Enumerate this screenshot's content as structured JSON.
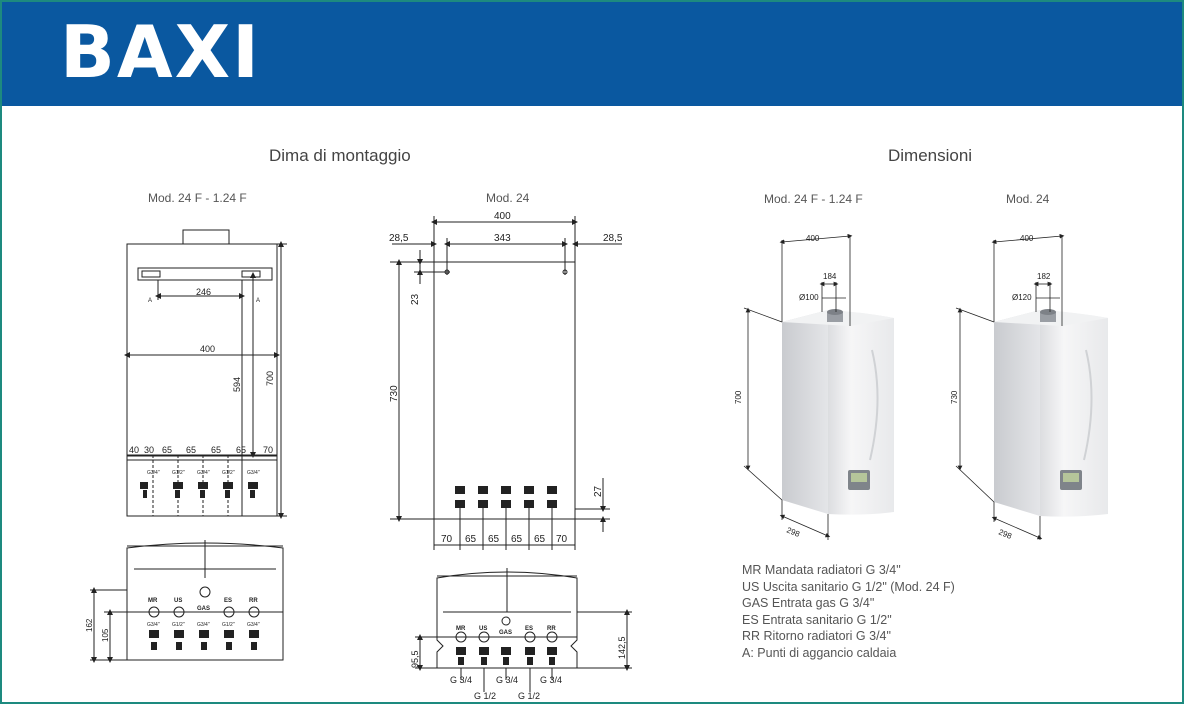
{
  "brand": {
    "logo_text": "BAXI"
  },
  "sections": {
    "mounting_title": "Dima di montaggio",
    "dimensions_title": "Dimensioni"
  },
  "models": {
    "mod_24f_124f": "Mod. 24 F - 1.24 F",
    "mod_24": "Mod. 24"
  },
  "drawing_front": {
    "width": "400",
    "hook_spacing": "246",
    "hook_label": "A",
    "height_700": "700",
    "height_594": "594",
    "spacings": [
      "40",
      "30",
      "65",
      "65",
      "65",
      "65",
      "70"
    ],
    "connections": [
      "G3/4\"",
      "G1/2\"",
      "G3/4\"",
      "G1/2\"",
      "G3/4\""
    ]
  },
  "drawing_plan": {
    "width": "400",
    "inner": "343",
    "side_left": "28,5",
    "side_right": "28,5",
    "top_offset": "23",
    "height": "730",
    "bottom_offset": "27",
    "spacings": [
      "70",
      "65",
      "65",
      "65",
      "65",
      "70"
    ]
  },
  "bottom_left": {
    "labels": [
      "MR",
      "US",
      "GAS",
      "ES",
      "RR"
    ],
    "connections": [
      "G3/4\"",
      "G1/2\"",
      "G3/4\"",
      "G1/2\"",
      "G3/4\""
    ],
    "dim_162": "162",
    "dim_105": "105"
  },
  "bottom_right": {
    "labels": [
      "MR",
      "US",
      "GAS",
      "ES",
      "RR"
    ],
    "dim_95": "95,5",
    "dim_142": "142,5",
    "bottom_labels": [
      "G 3/4",
      "G 3/4",
      "G 3/4",
      "G 1/2",
      "G 1/2"
    ]
  },
  "boiler_left": {
    "width": "400",
    "offset": "184",
    "flue": "Ø100",
    "height": "700",
    "depth": "298"
  },
  "boiler_right": {
    "width": "400",
    "offset": "182",
    "flue": "Ø120",
    "height": "730",
    "depth": "298"
  },
  "legend": [
    "MR Mandata radiatori G 3/4\"",
    "US Uscita sanitario G 1/2\" (Mod. 24 F)",
    "GAS Entrata gas G 3/4\"",
    "ES Entrata sanitario G 1/2\"",
    "RR Ritorno radiatori G 3/4\"",
    "A: Punti di aggancio caldaia"
  ],
  "colors": {
    "header_blue": "#0a58a0",
    "frame_green": "#1d8a7f"
  }
}
